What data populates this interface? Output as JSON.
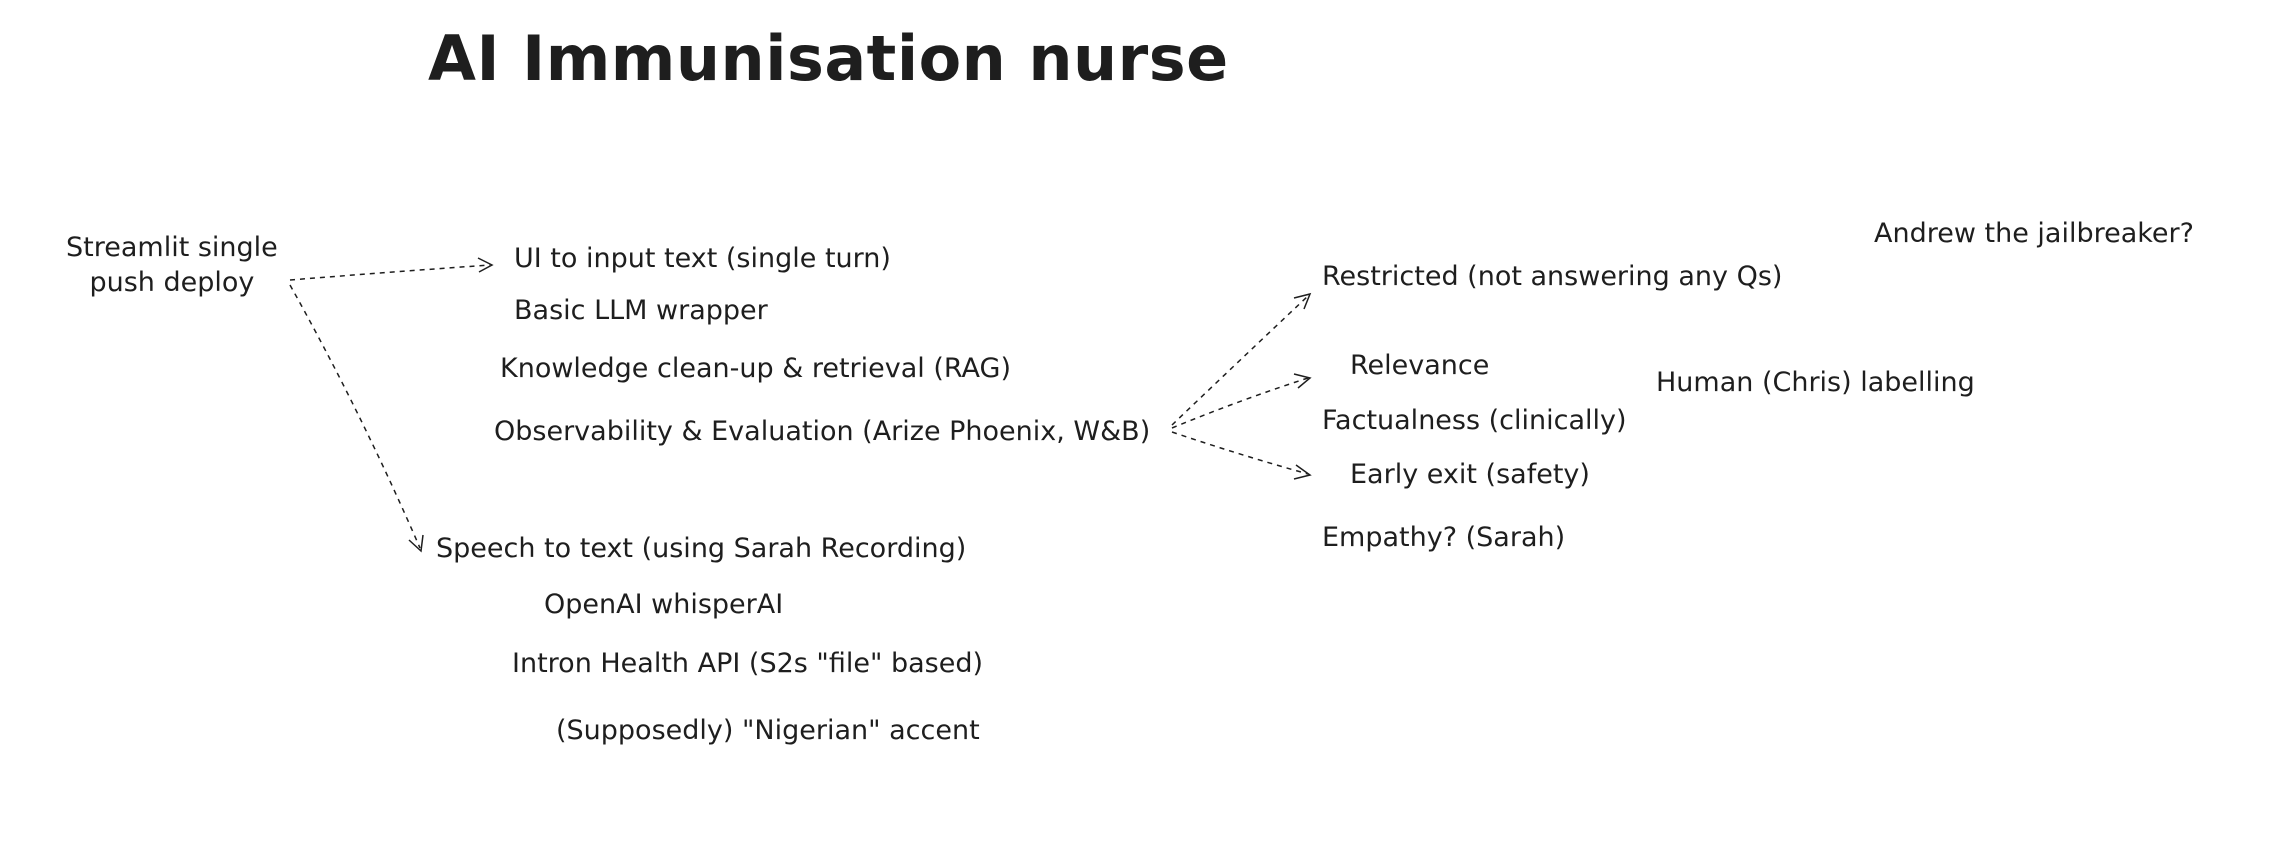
{
  "title": "AI Immunisation nurse",
  "root": {
    "line1": "Streamlit single",
    "line2": "push deploy"
  },
  "text_branch": {
    "items": [
      "UI to input text (single turn)",
      "Basic LLM wrapper",
      "Knowledge clean-up & retrieval (RAG)",
      "Observability & Evaluation (Arize Phoenix, W&B)"
    ]
  },
  "speech_branch": {
    "heading": "Speech to text (using Sarah Recording)",
    "items": [
      "OpenAI whisperAI",
      "Intron Health API (S2s \"file\" based)",
      "(Supposedly) \"Nigerian\" accent"
    ]
  },
  "evaluation": {
    "items": [
      "Restricted (not answering any Qs)",
      "Relevance",
      "Factualness (clinically)",
      "Early exit (safety)",
      "Empathy? (Sarah)"
    ]
  },
  "notes": {
    "jailbreaker": "Andrew the jailbreaker?",
    "labelling": "Human (Chris) labelling"
  }
}
